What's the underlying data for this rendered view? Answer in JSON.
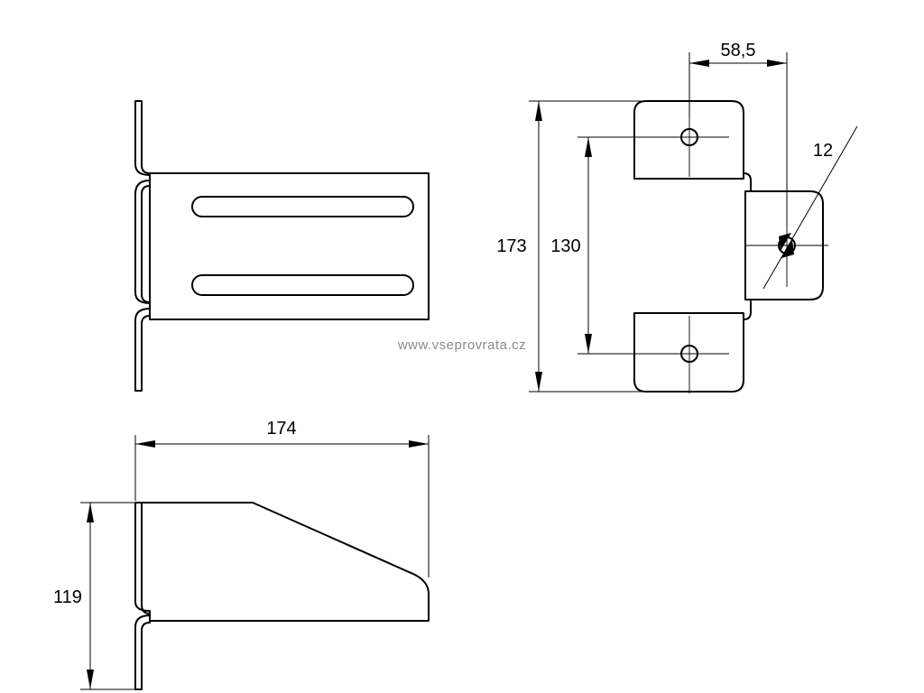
{
  "dimensions": {
    "width_hole_offset": "58,5",
    "hole_diameter": "12",
    "overall_height": "173",
    "hole_spacing": "130",
    "overall_length": "174",
    "side_height": "119"
  },
  "watermark": "www.vseprovrata.cz"
}
